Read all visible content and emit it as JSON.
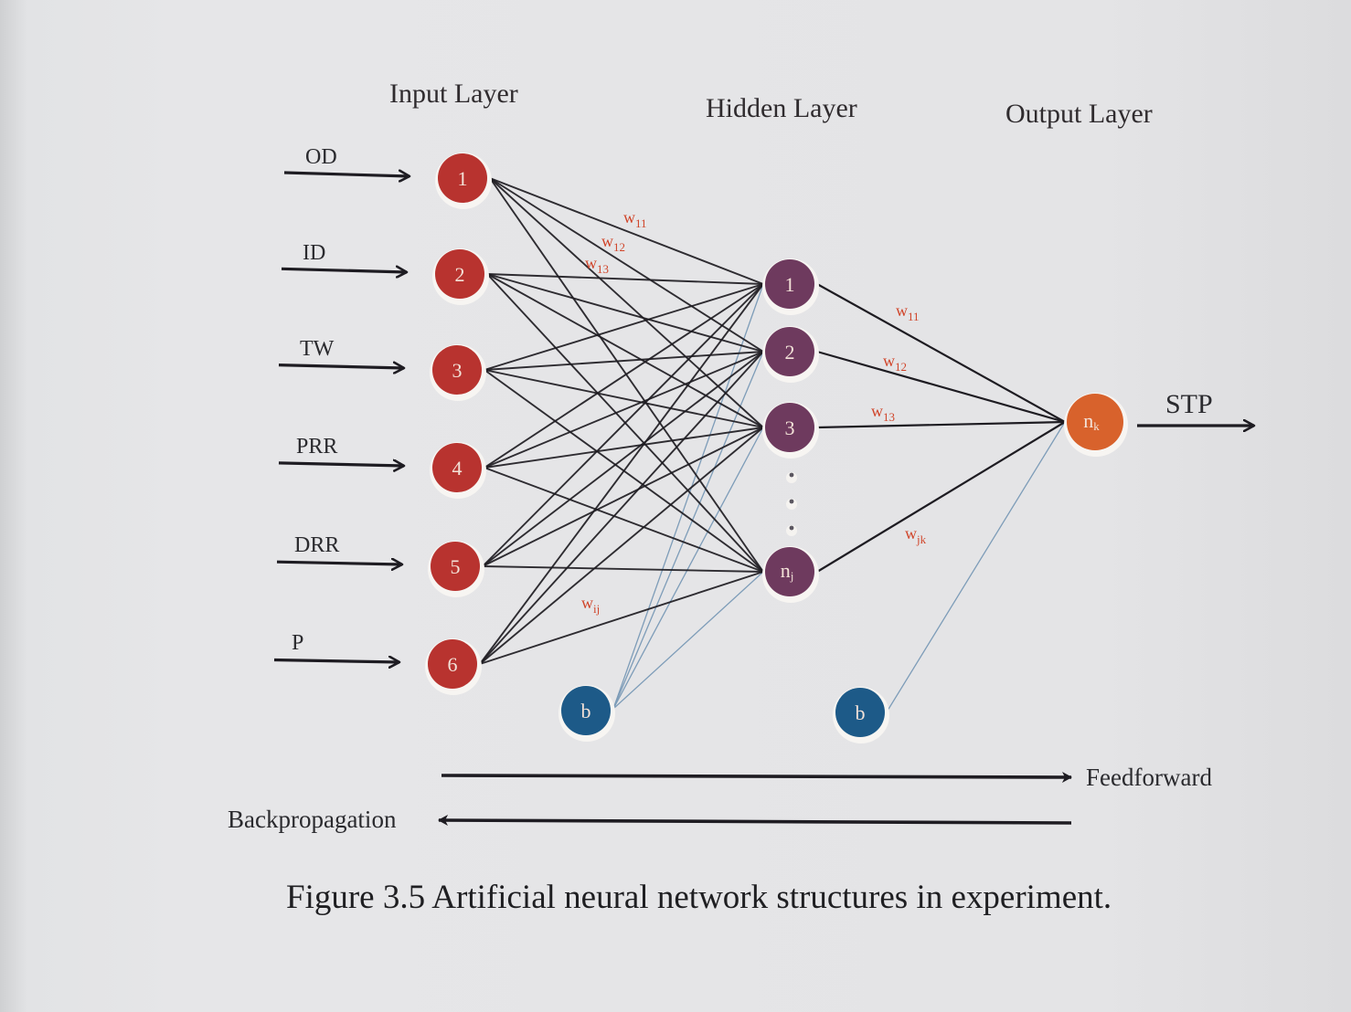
{
  "layers": {
    "input_title": "Input Layer",
    "hidden_title": "Hidden Layer",
    "output_title": "Output Layer"
  },
  "inputs": [
    {
      "label": "OD",
      "node": "1"
    },
    {
      "label": "ID",
      "node": "2"
    },
    {
      "label": "TW",
      "node": "3"
    },
    {
      "label": "PRR",
      "node": "4"
    },
    {
      "label": "DRR",
      "node": "5"
    },
    {
      "label": "P",
      "node": "6"
    }
  ],
  "hidden_nodes": [
    {
      "label": "1",
      "sub": ""
    },
    {
      "label": "2",
      "sub": ""
    },
    {
      "label": "3",
      "sub": ""
    },
    {
      "label": "n",
      "sub": "j"
    }
  ],
  "ellipsis_dots": 3,
  "output_node": {
    "label": "n",
    "sub": "k"
  },
  "output_label": "STP",
  "bias_label": "b",
  "input_hidden_weights": [
    {
      "base": "w",
      "sub": "11"
    },
    {
      "base": "w",
      "sub": "12"
    },
    {
      "base": "w",
      "sub": "13"
    },
    {
      "base": "w",
      "sub": "ij"
    }
  ],
  "hidden_output_weights": [
    {
      "base": "w",
      "sub": "11"
    },
    {
      "base": "w",
      "sub": "12"
    },
    {
      "base": "w",
      "sub": "13"
    },
    {
      "base": "w",
      "sub": "jk"
    }
  ],
  "flow": {
    "feedforward": "Feedforward",
    "backpropagation": "Backpropagation"
  },
  "caption": "Figure 3.5 Artificial neural network structures in experiment.",
  "colors": {
    "input_node": "#b8332f",
    "hidden_node": "#6e3a5e",
    "output_node": "#d8622c",
    "bias_node": "#1d5a88",
    "connection": "#1e1c22",
    "bias_connection": "#7d9cb8",
    "weight_text": "#d0452a"
  }
}
